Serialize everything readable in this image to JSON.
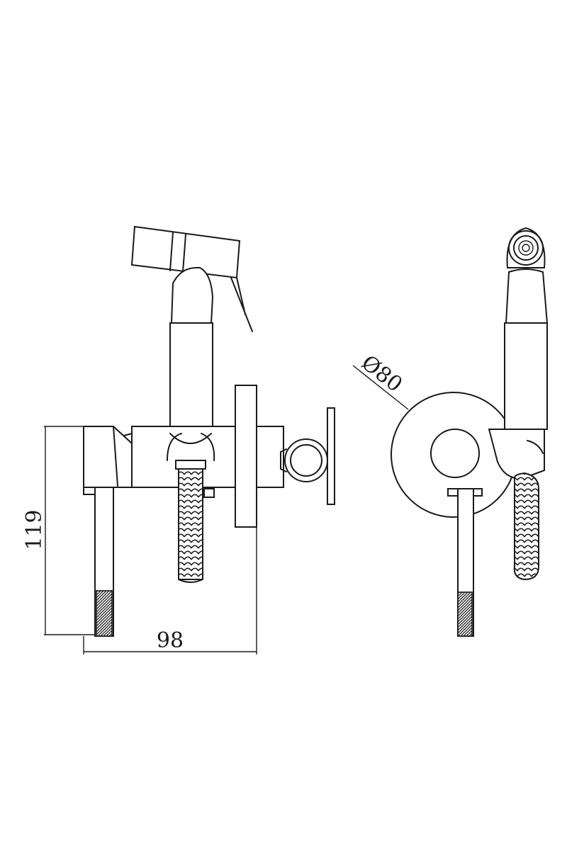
{
  "dimensions": {
    "height_label": "119",
    "width_label": "98",
    "diameter_label": "Ø80"
  },
  "colors": {
    "line": "#1a1a1a",
    "background": "#ffffff"
  }
}
